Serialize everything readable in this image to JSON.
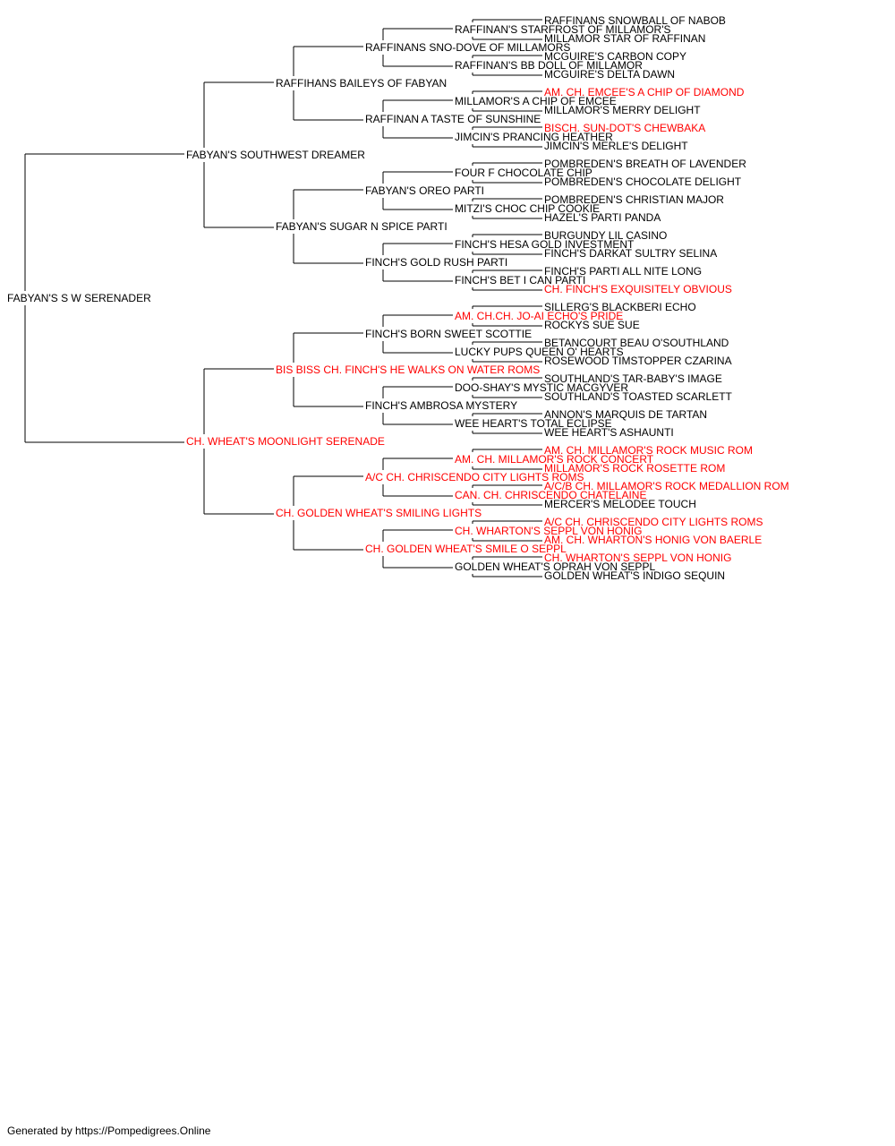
{
  "colors": {
    "normal": "#000000",
    "champion": "#ff0000",
    "lines": "#000000"
  },
  "pedigree": {
    "name": "FABYAN'S S W SERENADER",
    "champion": false,
    "sire": {
      "name": "FABYAN'S SOUTHWEST DREAMER",
      "champion": false,
      "sire": {
        "name": "RAFFIHANS BAILEYS OF FABYAN",
        "champion": false,
        "sire": {
          "name": "RAFFINANS SNO-DOVE OF MILLAMORS",
          "champion": false,
          "sire": {
            "name": "RAFFINAN'S STARFROST OF MILLAMOR'S",
            "champion": false,
            "sire": {
              "name": "RAFFINANS SNOWBALL OF NABOB",
              "champion": false
            },
            "dam": {
              "name": "MILLAMOR STAR OF RAFFINAN",
              "champion": false
            }
          },
          "dam": {
            "name": "RAFFINAN'S BB DOLL OF MILLAMOR",
            "champion": false,
            "sire": {
              "name": "MCGUIRE'S CARBON COPY",
              "champion": false
            },
            "dam": {
              "name": "MCGUIRE'S DELTA DAWN",
              "champion": false
            }
          }
        },
        "dam": {
          "name": "RAFFINAN A TASTE OF SUNSHINE",
          "champion": false,
          "sire": {
            "name": "MILLAMOR'S A CHIP OF EMCEE",
            "champion": false,
            "sire": {
              "name": "AM. CH. EMCEE'S A CHIP OF DIAMOND",
              "champion": true
            },
            "dam": {
              "name": "MILLAMOR'S MERRY DELIGHT",
              "champion": false
            }
          },
          "dam": {
            "name": "JIMCIN'S PRANCING HEATHER",
            "champion": false,
            "sire": {
              "name": "BISCH. SUN-DOT'S CHEWBAKA",
              "champion": true
            },
            "dam": {
              "name": "JIMCIN'S MERLE'S DELIGHT",
              "champion": false
            }
          }
        }
      },
      "dam": {
        "name": "FABYAN'S SUGAR N SPICE PARTI",
        "champion": false,
        "sire": {
          "name": "FABYAN'S OREO PARTI",
          "champion": false,
          "sire": {
            "name": "FOUR F CHOCOLATE CHIP",
            "champion": false,
            "sire": {
              "name": "POMBREDEN'S BREATH OF LAVENDER",
              "champion": false
            },
            "dam": {
              "name": "POMBREDEN'S CHOCOLATE DELIGHT",
              "champion": false
            }
          },
          "dam": {
            "name": "MITZI'S CHOC CHIP COOKIE",
            "champion": false,
            "sire": {
              "name": "POMBREDEN'S CHRISTIAN MAJOR",
              "champion": false
            },
            "dam": {
              "name": "HAZEL'S PARTI PANDA",
              "champion": false
            }
          }
        },
        "dam": {
          "name": "FINCH'S GOLD RUSH PARTI",
          "champion": false,
          "sire": {
            "name": "FINCH'S HESA GOLD INVESTMENT",
            "champion": false,
            "sire": {
              "name": "BURGUNDY LIL CASINO",
              "champion": false
            },
            "dam": {
              "name": "FINCH'S DARKAT SULTRY SELINA",
              "champion": false
            }
          },
          "dam": {
            "name": "FINCH'S BET I CAN PARTI",
            "champion": false,
            "sire": {
              "name": "FINCH'S PARTI ALL NITE LONG",
              "champion": false
            },
            "dam": {
              "name": "CH. FINCH'S EXQUISITELY OBVIOUS",
              "champion": true
            }
          }
        }
      }
    },
    "dam": {
      "name": "CH. WHEAT'S MOONLIGHT SERENADE",
      "champion": true,
      "sire": {
        "name": "BIS BISS CH. FINCH'S HE WALKS ON WATER ROMS",
        "champion": true,
        "sire": {
          "name": "FINCH'S BORN SWEET SCOTTIE",
          "champion": false,
          "sire": {
            "name": "AM. CH.CH. JO-AI ECHO'S PRIDE",
            "champion": true,
            "sire": {
              "name": "SILLERG'S BLACKBERI ECHO",
              "champion": false
            },
            "dam": {
              "name": "ROCKYS SUE SUE",
              "champion": false
            }
          },
          "dam": {
            "name": "LUCKY PUPS QUEEN O' HEARTS",
            "champion": false,
            "sire": {
              "name": "BETANCOURT BEAU O'SOUTHLAND",
              "champion": false
            },
            "dam": {
              "name": "ROSEWOOD TIMSTOPPER CZARINA",
              "champion": false
            }
          }
        },
        "dam": {
          "name": "FINCH'S AMBROSA MYSTERY",
          "champion": false,
          "sire": {
            "name": "DOO-SHAY'S MYSTIC MACGYVER",
            "champion": false,
            "sire": {
              "name": "SOUTHLAND'S TAR-BABY'S IMAGE",
              "champion": false
            },
            "dam": {
              "name": "SOUTHLAND'S TOASTED SCARLETT",
              "champion": false
            }
          },
          "dam": {
            "name": "WEE HEART'S TOTAL ECLIPSE",
            "champion": false,
            "sire": {
              "name": "ANNON'S MARQUIS DE TARTAN",
              "champion": false
            },
            "dam": {
              "name": "WEE HEART'S ASHAUNTI",
              "champion": false
            }
          }
        }
      },
      "dam": {
        "name": "CH. GOLDEN WHEAT'S SMILING LIGHTS",
        "champion": true,
        "sire": {
          "name": "A/C CH. CHRISCENDO CITY LIGHTS ROMS",
          "champion": true,
          "sire": {
            "name": "AM. CH. MILLAMOR'S ROCK CONCERT",
            "champion": true,
            "sire": {
              "name": "AM. CH. MILLAMOR'S ROCK MUSIC ROM",
              "champion": true
            },
            "dam": {
              "name": "MILLAMOR'S ROCK ROSETTE ROM",
              "champion": true
            }
          },
          "dam": {
            "name": "CAN. CH. CHRISCENDO CHATELAINE",
            "champion": true,
            "sire": {
              "name": "A/C/B CH. MILLAMOR'S ROCK MEDALLION ROM",
              "champion": true
            },
            "dam": {
              "name": "MERCER'S MELODEE TOUCH",
              "champion": false
            }
          }
        },
        "dam": {
          "name": "CH. GOLDEN WHEAT'S SMILE O SEPPL",
          "champion": true,
          "sire": {
            "name": "CH. WHARTON'S SEPPL VON HONIG",
            "champion": true,
            "sire": {
              "name": "A/C CH. CHRISCENDO CITY LIGHTS ROMS",
              "champion": true
            },
            "dam": {
              "name": "AM. CH. WHARTON'S HONIG VON BAERLE",
              "champion": true
            }
          },
          "dam": {
            "name": "GOLDEN WHEAT'S OPRAH VON SEPPL",
            "champion": false,
            "sire": {
              "name": "CH. WHARTON'S SEPPL VON HONIG",
              "champion": true
            },
            "dam": {
              "name": "GOLDEN WHEAT'S INDIGO SEQUIN",
              "champion": false
            }
          }
        }
      }
    }
  },
  "footer": "Generated by https://Pompedigrees.Online"
}
